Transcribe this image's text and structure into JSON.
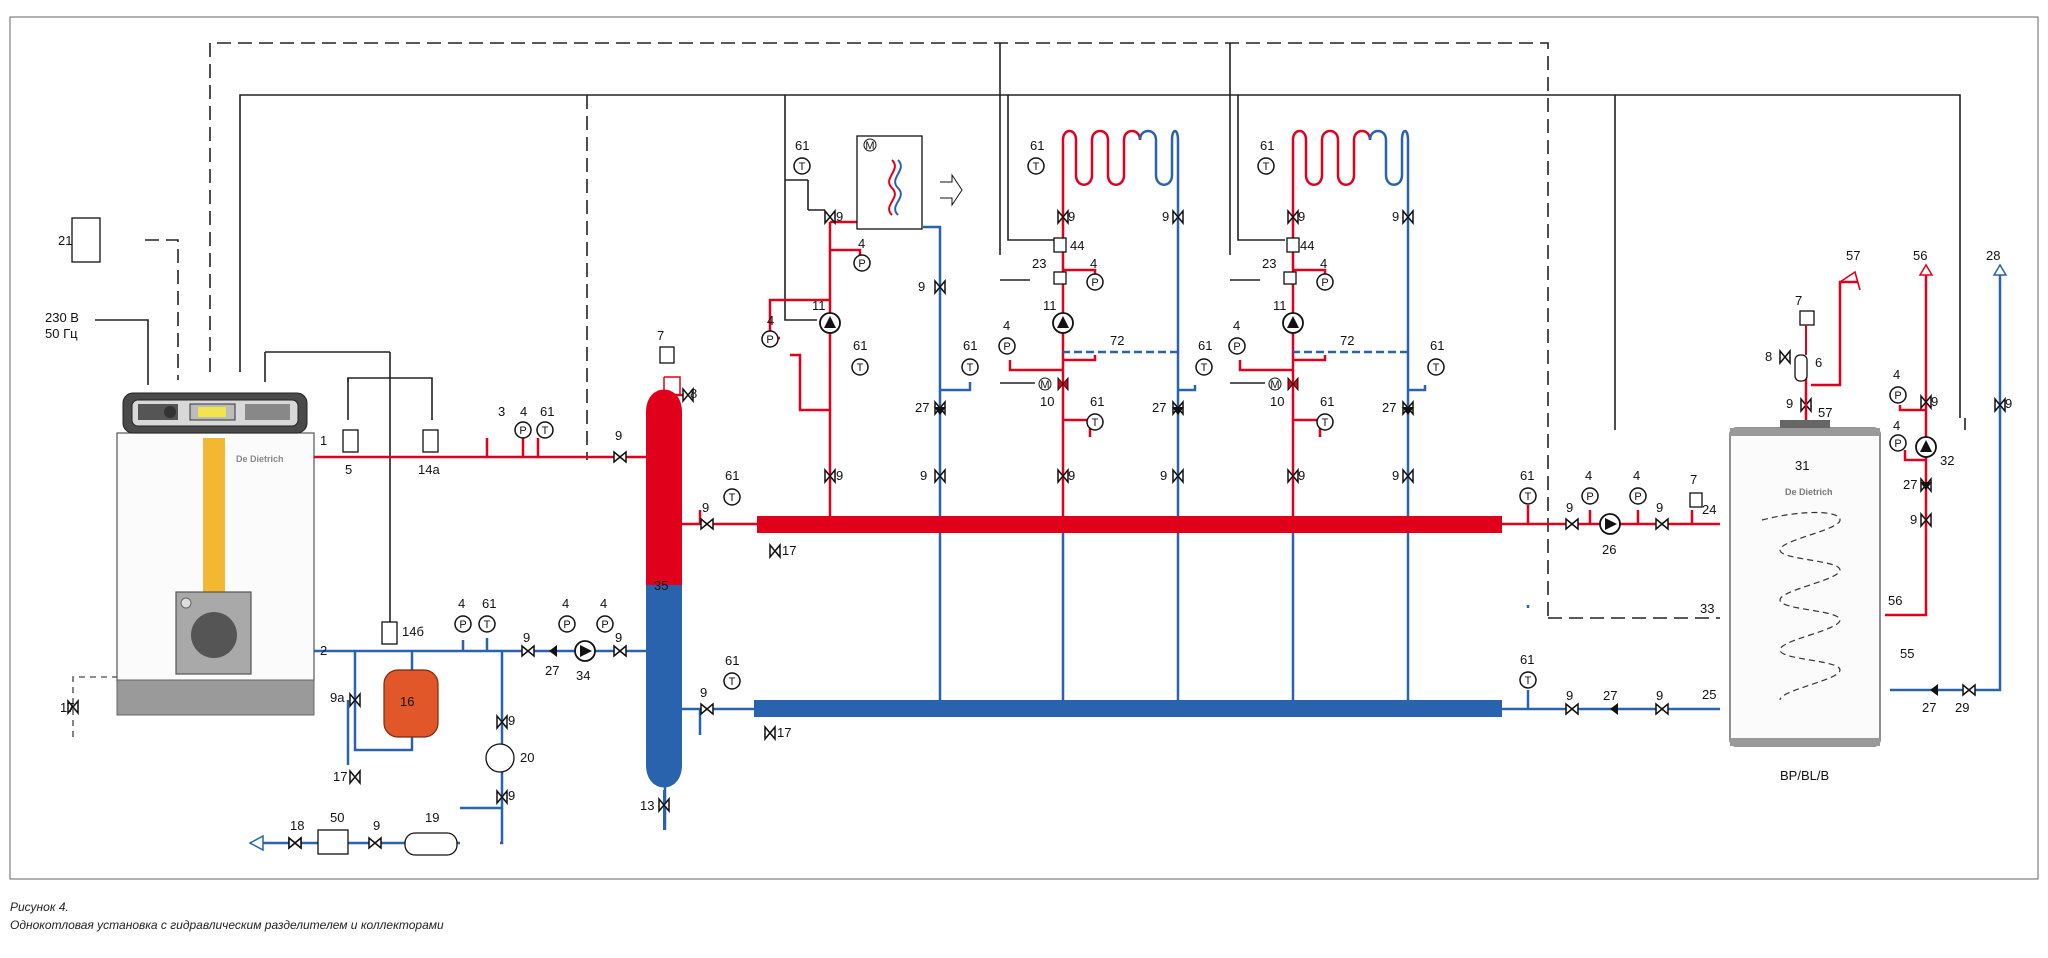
{
  "mains": {
    "voltage": "230 В",
    "frequency": "50 Гц"
  },
  "boiler": {
    "brand": "De Dietrich"
  },
  "tank": {
    "brand": "De Dietrich",
    "model": "BP/BL/B"
  },
  "labels": {
    "n1": "1",
    "n2": "2",
    "n3": "3",
    "n4": "4",
    "n5": "5",
    "n6": "6",
    "n7": "7",
    "n8": "8",
    "n9": "9",
    "n9a": "9а",
    "n10": "10",
    "n11": "11",
    "n13": "13",
    "n14a": "14а",
    "n14b": "14б",
    "n16": "16",
    "n17": "17",
    "n18": "18",
    "n19": "19",
    "n20": "20",
    "n21": "21",
    "n23": "23",
    "n24": "24",
    "n25": "25",
    "n26": "26",
    "n27": "27",
    "n28": "28",
    "n29": "29",
    "n31": "31",
    "n32": "32",
    "n33": "33",
    "n34": "34",
    "n35": "35",
    "n44": "44",
    "n50": "50",
    "n55": "55",
    "n56": "56",
    "n57": "57",
    "n61": "61",
    "n72": "72"
  },
  "symbols": {
    "pressure": "P",
    "temperature": "T",
    "motor": "M"
  },
  "caption": {
    "figure": "Рисунок 4.",
    "text": "Однокотловая установка с гидравлическим разделителем и коллекторами"
  },
  "colors": {
    "hot": "#e0001b",
    "cold": "#2a63ad",
    "line": "#222222",
    "boiler_flue": "#f4b731",
    "expansion_vessel": "#e2572a"
  }
}
